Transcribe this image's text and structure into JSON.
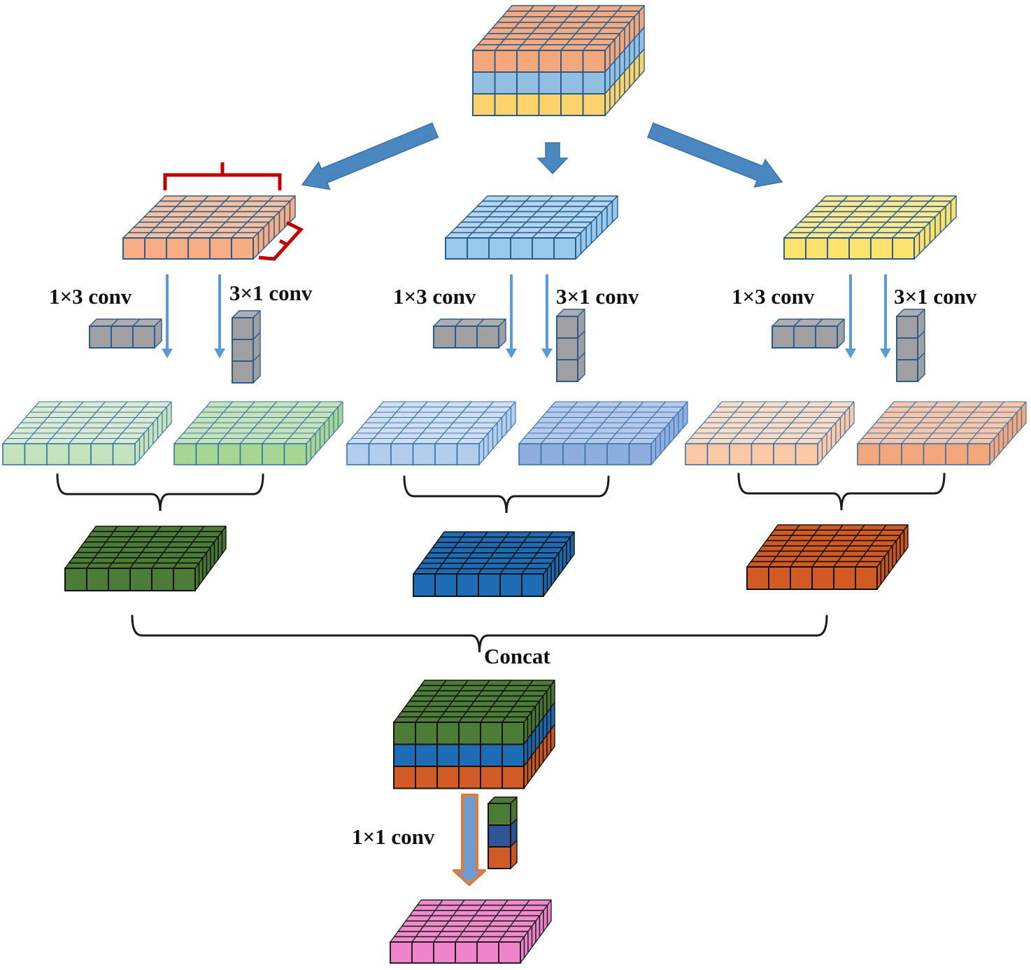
{
  "labels": {
    "branch_conv_1x3": "1×3 conv",
    "branch_conv_3x1": "3×1 conv",
    "concat": "Concat",
    "pointwise_conv": "1×1 conv"
  },
  "colors": {
    "input_orange": "#f4a77a",
    "input_blue": "#93bfe3",
    "input_yellow": "#fdd36a",
    "branch_orange": "#f6ad83",
    "branch_blue": "#96c9ec",
    "branch_yellow": "#fde36e",
    "kernel_gray": "#a0a0a2",
    "out_light_green": "#c4e2bb",
    "out_green": "#a6d594",
    "out_light_blue": "#b3cdec",
    "out_blue": "#8dadde",
    "out_light_peach": "#fcc9a8",
    "out_peach": "#f4a77c",
    "merged_green": "#4c7c35",
    "merged_blue": "#1e6cb5",
    "merged_orange": "#d25a24",
    "final_pink": "#f084cc",
    "arrow_blue": "#4a86c0",
    "thin_arrow_blue": "#5b9bd5",
    "bracket_red": "#c00000",
    "orange_outline": "#e07a3a"
  }
}
